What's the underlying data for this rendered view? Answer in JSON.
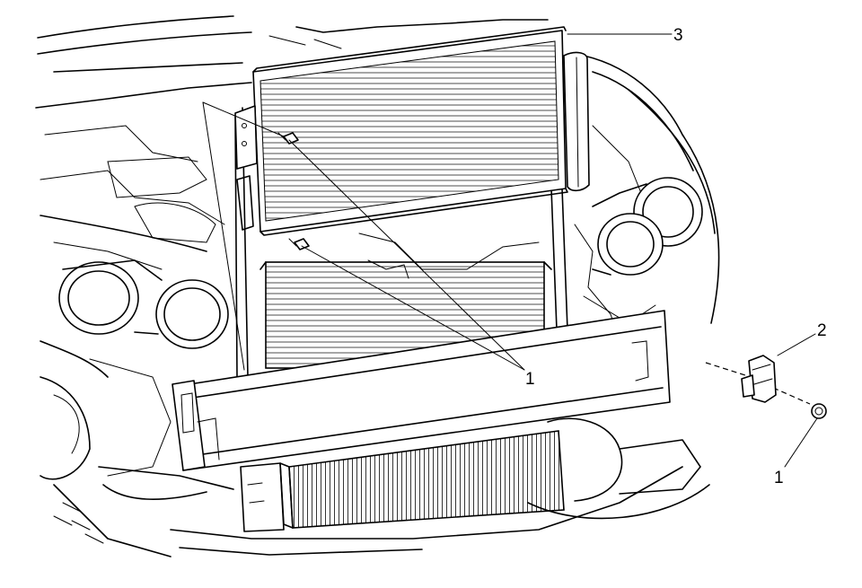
{
  "callouts": [
    {
      "id": "callout-1-main",
      "text": "1"
    },
    {
      "id": "callout-1-detail",
      "text": "1"
    },
    {
      "id": "callout-2",
      "text": "2"
    },
    {
      "id": "callout-3",
      "text": "3"
    }
  ]
}
